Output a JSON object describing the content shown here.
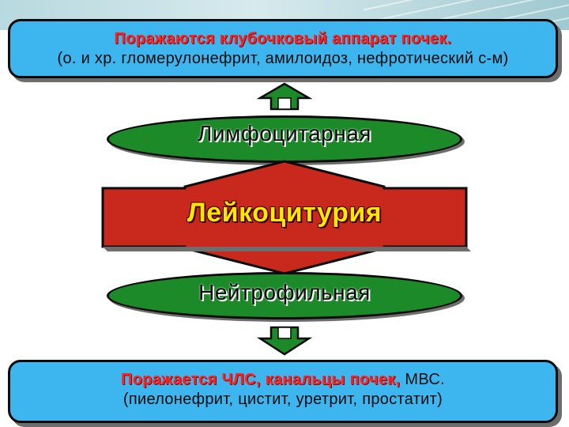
{
  "top_box": {
    "title": "Поражаются клубочковый аппарат почек.",
    "detail": "(о. и хр. гломерулонефрит, амилоидоз, нефротический с-м)"
  },
  "upper_ellipse": {
    "label": "Лимфоцитарная"
  },
  "center": {
    "label": "Лейкоцитурия"
  },
  "lower_ellipse": {
    "label": "Нейтрофильная"
  },
  "bottom_box": {
    "title": "Поражается ЧЛС, канальцы почек,",
    "title_suffix": " МВС.",
    "detail": "(пиелонефрит, цистит, уретрит, простатит)"
  },
  "colors": {
    "box_fill": "#3db6ef",
    "title_text": "#ff2020",
    "ellipse_fill": "#1d8a2a",
    "center_fill": "#c9281c",
    "center_text": "#ffe600"
  },
  "icons": [
    "up-arrow-icon",
    "down-arrow-icon",
    "double-arrow-shape"
  ]
}
